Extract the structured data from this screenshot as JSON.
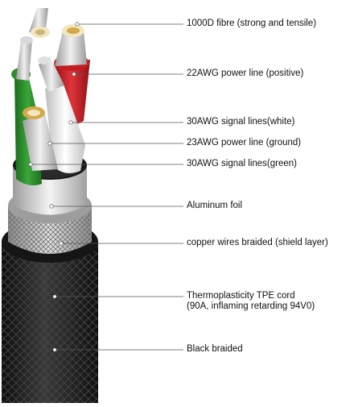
{
  "colors": {
    "jacket": "#1c1c1c",
    "braid": "#b9b9b9",
    "foil": "#d8d8d8",
    "wire_green": "#2e8b2e",
    "wire_red": "#c41e24",
    "wire_white": "#ececec",
    "copper": "#d4a94a",
    "fibre": "#f2e6c0",
    "leader_line": "#555555",
    "dot": "#ffffff"
  },
  "callouts": [
    {
      "id": "fibre",
      "label": "1000D fibre (strong and tensile)"
    },
    {
      "id": "power-positive",
      "label": "22AWG power line (positive)"
    },
    {
      "id": "signal-white",
      "label": "30AWG signal lines(white)"
    },
    {
      "id": "power-ground",
      "label": "23AWG power line (ground)"
    },
    {
      "id": "signal-green",
      "label": "30AWG signal lines(green)"
    },
    {
      "id": "aluminum-foil",
      "label": "Aluminum foil"
    },
    {
      "id": "copper-braid",
      "label": "copper wires braided (shield layer)"
    },
    {
      "id": "tpe-cord",
      "label": "Thermoplasticity TPE cord",
      "label2": "(90A, inflaming retarding 94V0)"
    },
    {
      "id": "black-braid",
      "label": "Black  braided"
    }
  ]
}
